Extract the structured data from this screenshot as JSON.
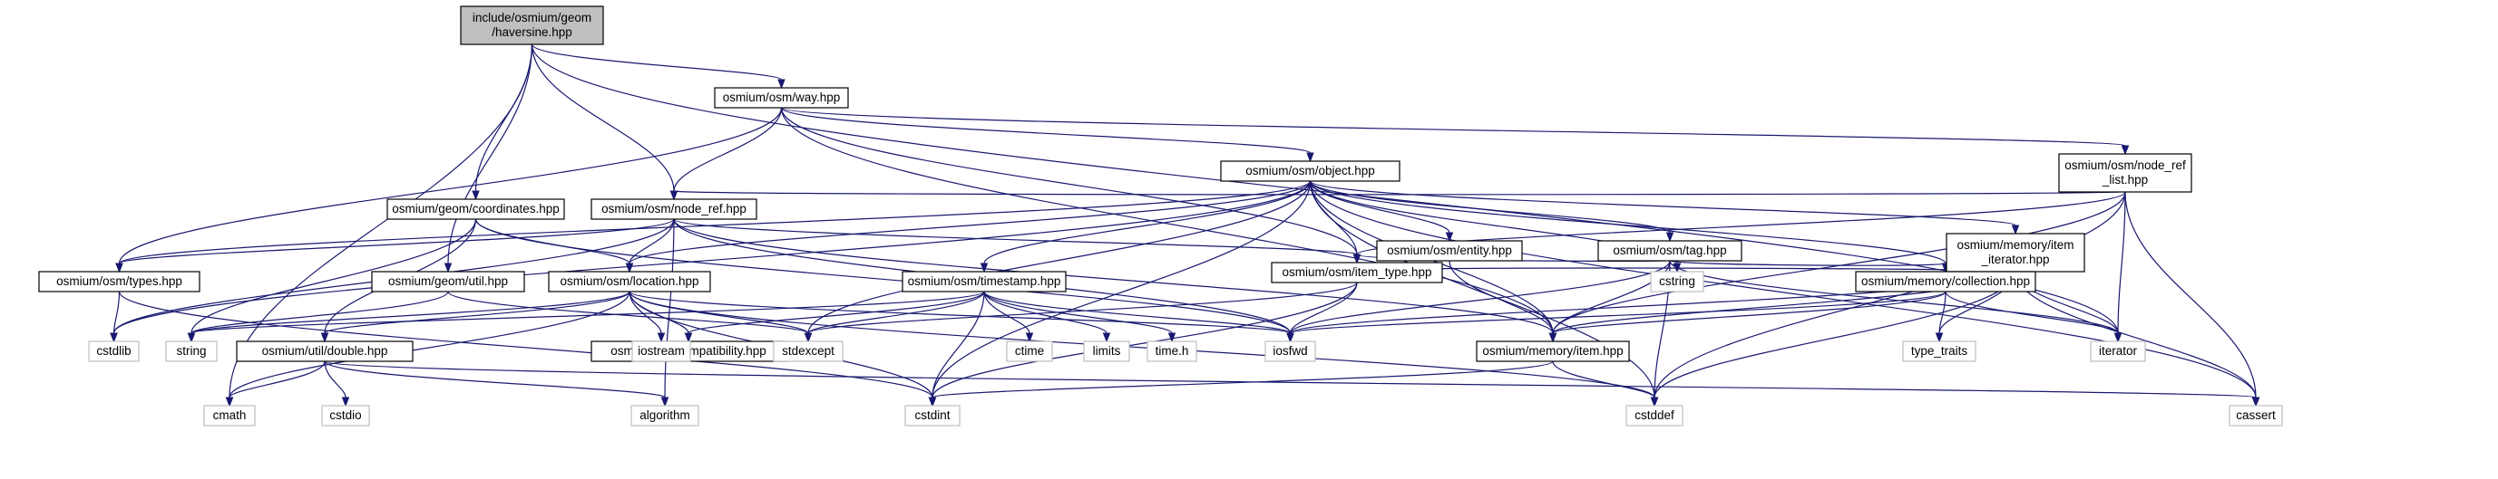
{
  "diagram": {
    "edge_color": "#191970",
    "root_fill": "#bfbfbf",
    "project_border": "#000000",
    "system_border": "#bfbfbf",
    "nodes": [
      {
        "id": "haversine",
        "lines": [
          "include/osmium/geom",
          "/haversine.hpp"
        ],
        "kind": "root"
      },
      {
        "id": "way",
        "lines": [
          "osmium/osm/way.hpp"
        ],
        "kind": "proj"
      },
      {
        "id": "object",
        "lines": [
          "osmium/osm/object.hpp"
        ],
        "kind": "proj"
      },
      {
        "id": "node_ref_list",
        "lines": [
          "osmium/osm/node_ref",
          "_list.hpp"
        ],
        "kind": "proj"
      },
      {
        "id": "coordinates",
        "lines": [
          "osmium/geom/coordinates.hpp"
        ],
        "kind": "proj"
      },
      {
        "id": "node_ref",
        "lines": [
          "osmium/osm/node_ref.hpp"
        ],
        "kind": "proj"
      },
      {
        "id": "entity",
        "lines": [
          "osmium/osm/entity.hpp"
        ],
        "kind": "proj"
      },
      {
        "id": "tag",
        "lines": [
          "osmium/osm/tag.hpp"
        ],
        "kind": "proj"
      },
      {
        "id": "item_iterator",
        "lines": [
          "osmium/memory/item",
          "_iterator.hpp"
        ],
        "kind": "proj"
      },
      {
        "id": "types",
        "lines": [
          "osmium/osm/types.hpp"
        ],
        "kind": "proj"
      },
      {
        "id": "geom_util",
        "lines": [
          "osmium/geom/util.hpp"
        ],
        "kind": "proj"
      },
      {
        "id": "location",
        "lines": [
          "osmium/osm/location.hpp"
        ],
        "kind": "proj"
      },
      {
        "id": "timestamp",
        "lines": [
          "osmium/osm/timestamp.hpp"
        ],
        "kind": "proj"
      },
      {
        "id": "item_type",
        "lines": [
          "osmium/osm/item_type.hpp"
        ],
        "kind": "proj"
      },
      {
        "id": "collection",
        "lines": [
          "osmium/memory/collection.hpp"
        ],
        "kind": "proj"
      },
      {
        "id": "double",
        "lines": [
          "osmium/util/double.hpp"
        ],
        "kind": "proj"
      },
      {
        "id": "compatibility",
        "lines": [
          "osmium/util/compatibility.hpp"
        ],
        "kind": "proj"
      },
      {
        "id": "memory_item",
        "lines": [
          "osmium/memory/item.hpp"
        ],
        "kind": "proj"
      },
      {
        "id": "cstdlib",
        "lines": [
          "cstdlib"
        ],
        "kind": "std"
      },
      {
        "id": "string",
        "lines": [
          "string"
        ],
        "kind": "std"
      },
      {
        "id": "iostream",
        "lines": [
          "iostream"
        ],
        "kind": "std"
      },
      {
        "id": "stdexcept",
        "lines": [
          "stdexcept"
        ],
        "kind": "std"
      },
      {
        "id": "ctime",
        "lines": [
          "ctime"
        ],
        "kind": "std"
      },
      {
        "id": "limits",
        "lines": [
          "limits"
        ],
        "kind": "std"
      },
      {
        "id": "time_h",
        "lines": [
          "time.h"
        ],
        "kind": "std"
      },
      {
        "id": "iosfwd",
        "lines": [
          "iosfwd"
        ],
        "kind": "std"
      },
      {
        "id": "cstring",
        "lines": [
          "cstring"
        ],
        "kind": "std"
      },
      {
        "id": "type_traits",
        "lines": [
          "type_traits"
        ],
        "kind": "std"
      },
      {
        "id": "iterator",
        "lines": [
          "iterator"
        ],
        "kind": "std"
      },
      {
        "id": "cmath",
        "lines": [
          "cmath"
        ],
        "kind": "std"
      },
      {
        "id": "cstdio",
        "lines": [
          "cstdio"
        ],
        "kind": "std"
      },
      {
        "id": "algorithm",
        "lines": [
          "algorithm"
        ],
        "kind": "std"
      },
      {
        "id": "cstdint",
        "lines": [
          "cstdint"
        ],
        "kind": "std"
      },
      {
        "id": "cstddef",
        "lines": [
          "cstddef"
        ],
        "kind": "std"
      },
      {
        "id": "cassert",
        "lines": [
          "cassert"
        ],
        "kind": "std"
      }
    ],
    "edges": [
      [
        "haversine",
        "way"
      ],
      [
        "haversine",
        "coordinates"
      ],
      [
        "haversine",
        "node_ref"
      ],
      [
        "haversine",
        "geom_util"
      ],
      [
        "haversine",
        "cmath"
      ],
      [
        "haversine",
        "iterator"
      ],
      [
        "way",
        "object"
      ],
      [
        "way",
        "node_ref_list"
      ],
      [
        "way",
        "node_ref"
      ],
      [
        "way",
        "types"
      ],
      [
        "way",
        "item_type"
      ],
      [
        "way",
        "memory_item"
      ],
      [
        "object",
        "entity"
      ],
      [
        "object",
        "tag"
      ],
      [
        "object",
        "item_iterator"
      ],
      [
        "object",
        "types"
      ],
      [
        "object",
        "location"
      ],
      [
        "object",
        "timestamp"
      ],
      [
        "object",
        "item_type"
      ],
      [
        "object",
        "memory_item"
      ],
      [
        "object",
        "collection"
      ],
      [
        "object",
        "cstring"
      ],
      [
        "object",
        "stdexcept"
      ],
      [
        "object",
        "cstdint"
      ],
      [
        "object",
        "cstddef"
      ],
      [
        "object",
        "cassert"
      ],
      [
        "object",
        "cstdlib"
      ],
      [
        "node_ref_list",
        "node_ref"
      ],
      [
        "node_ref_list",
        "item_type"
      ],
      [
        "node_ref_list",
        "memory_item"
      ],
      [
        "node_ref_list",
        "iterator"
      ],
      [
        "node_ref_list",
        "cstddef"
      ],
      [
        "node_ref_list",
        "cassert"
      ],
      [
        "coordinates",
        "location"
      ],
      [
        "coordinates",
        "double"
      ],
      [
        "coordinates",
        "string"
      ],
      [
        "coordinates",
        "iosfwd"
      ],
      [
        "node_ref",
        "location"
      ],
      [
        "node_ref",
        "types"
      ],
      [
        "node_ref",
        "item_type"
      ],
      [
        "node_ref",
        "cstdlib"
      ],
      [
        "node_ref",
        "iosfwd"
      ],
      [
        "node_ref",
        "memory_item"
      ],
      [
        "node_ref",
        "algorithm"
      ],
      [
        "entity",
        "memory_item"
      ],
      [
        "tag",
        "item_type"
      ],
      [
        "tag",
        "collection"
      ],
      [
        "tag",
        "memory_item"
      ],
      [
        "tag",
        "cstring"
      ],
      [
        "tag",
        "iterator"
      ],
      [
        "tag",
        "iosfwd"
      ],
      [
        "tag",
        "cstddef"
      ],
      [
        "item_iterator",
        "memory_item"
      ],
      [
        "item_iterator",
        "item_type"
      ],
      [
        "item_iterator",
        "iterator"
      ],
      [
        "item_iterator",
        "type_traits"
      ],
      [
        "item_iterator",
        "cassert"
      ],
      [
        "item_iterator",
        "cstddef"
      ],
      [
        "item_iterator",
        "iosfwd"
      ],
      [
        "types",
        "cstdint"
      ],
      [
        "types",
        "cstdlib"
      ],
      [
        "geom_util",
        "stdexcept"
      ],
      [
        "geom_util",
        "string"
      ],
      [
        "location",
        "double"
      ],
      [
        "location",
        "compatibility"
      ],
      [
        "location",
        "cmath"
      ],
      [
        "location",
        "cstdint"
      ],
      [
        "location",
        "string"
      ],
      [
        "location",
        "iostream"
      ],
      [
        "location",
        "stdexcept"
      ],
      [
        "location",
        "iosfwd"
      ],
      [
        "location",
        "cstddef"
      ],
      [
        "timestamp",
        "compatibility"
      ],
      [
        "timestamp",
        "string"
      ],
      [
        "timestamp",
        "stdexcept"
      ],
      [
        "timestamp",
        "ctime"
      ],
      [
        "timestamp",
        "limits"
      ],
      [
        "timestamp",
        "time_h"
      ],
      [
        "timestamp",
        "iosfwd"
      ],
      [
        "timestamp",
        "cstdint"
      ],
      [
        "item_type",
        "cstdint"
      ],
      [
        "item_type",
        "iosfwd"
      ],
      [
        "item_type",
        "stdexcept"
      ],
      [
        "collection",
        "memory_item"
      ],
      [
        "collection",
        "iterator"
      ],
      [
        "collection",
        "type_traits"
      ],
      [
        "collection",
        "iosfwd"
      ],
      [
        "double",
        "cmath"
      ],
      [
        "double",
        "cstdio"
      ],
      [
        "double",
        "algorithm"
      ],
      [
        "double",
        "cassert"
      ],
      [
        "memory_item",
        "cstdint"
      ],
      [
        "memory_item",
        "cstddef"
      ]
    ]
  }
}
